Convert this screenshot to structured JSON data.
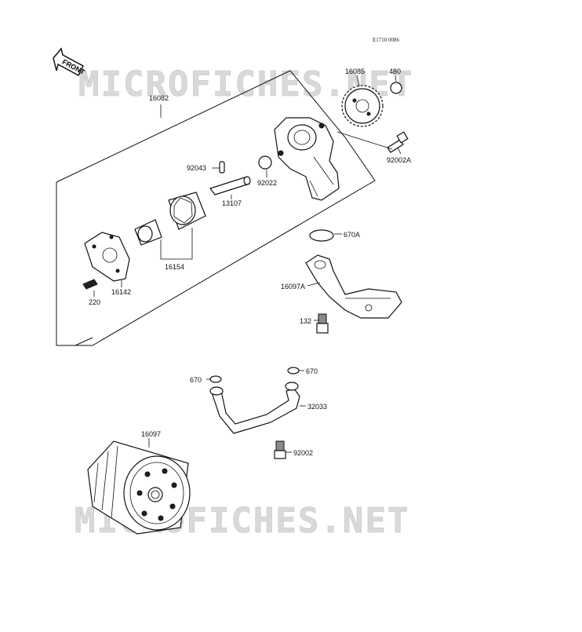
{
  "reference_code": "E1710 0086",
  "front_label": "FRONT",
  "watermark_text": "MICROFICHES.NET",
  "parts": {
    "p16082": "16082",
    "p16085": "16085",
    "p480": "480",
    "p92002a": "92002A",
    "p92043": "92043",
    "p92022": "92022",
    "p13107": "13107",
    "p16154": "16154",
    "p16142": "16142",
    "p220": "220",
    "p670a": "670A",
    "p16097a": "16097A",
    "p132": "132",
    "p670_left": "670",
    "p670_right": "670",
    "p32033": "32033",
    "p92002": "92002",
    "p16097": "16097"
  }
}
